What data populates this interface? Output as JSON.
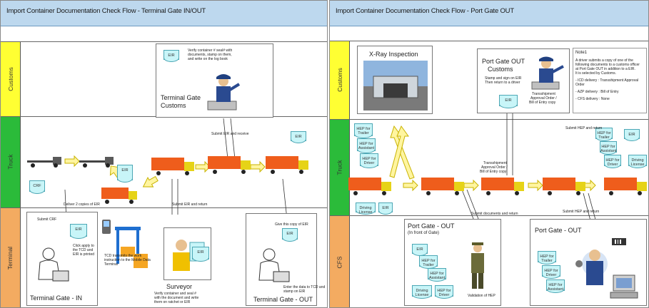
{
  "left": {
    "title": "Import Container Documentation Check Flow - Terminal Gate IN/OUT",
    "lanes": {
      "customs": "Customs",
      "truck": "Truck",
      "terminal": "Terminal"
    },
    "customs_box": {
      "title_line1": "Terminal Gate",
      "title_line2": "Customs",
      "doc": "EIR",
      "note": [
        "Verify container # seal# with",
        "documents, stamp on them,",
        "and write on the log book"
      ]
    },
    "labels": {
      "submit_eir_receive": "Submit EIR and receive",
      "deliver_copies": "Deliver 2 copies of EIR",
      "submit_eir_return": "Submit EIR and return",
      "give_copy": "Give this copy of EIR",
      "submit_crf": "Submit CRF",
      "click_apply": "Click apply to the TCD and EIR is printed",
      "tcd_instruction": [
        "TCD transmits the work",
        "instruction to the Mobile Data",
        "Terminal"
      ],
      "verify_contents": [
        "Verify container and seal #",
        "with the document and write",
        "them on ratchet or EIR"
      ],
      "enter_data": [
        "Enter the data to TCD and",
        "stamp on EIR"
      ]
    },
    "docs": {
      "crf": "CRF",
      "eir": "EIR"
    },
    "people": {
      "gate_in": "Terminal Gate - IN",
      "surveyor": "Surveyor",
      "gate_out": "Terminal Gate - OUT"
    }
  },
  "right": {
    "title": "Import Container Documentation Check Flow - Port Gate OUT",
    "lanes": {
      "customs": "Customs",
      "truck": "Truck",
      "cfs": "CFS"
    },
    "xray": "X-Ray Inspection",
    "customs_box": {
      "title_line1": "Port Gate  OUT",
      "title_line2": "Customs",
      "stamp_note": [
        "Stamp and sign on EIR",
        "Then return to a driver"
      ],
      "doc": "EIR",
      "approval": [
        "Transshipment",
        "Approval Order /",
        "Bill of Entry copy"
      ]
    },
    "note": {
      "heading": "Note1",
      "lines": [
        "A driver submits a copy of one of the",
        "following documents to a customs officer",
        "at Port Gate OUT in addition to a EIR.",
        "It is selected by Customs."
      ],
      "items": [
        "- ICD delivery  :  Transshipment Approval",
        "                     Order",
        "- AZP delivery :  Bill of Entry",
        "- CFS delivery :  None"
      ]
    },
    "truck_docs": {
      "trailer": "HEP for Trailer",
      "assistant": "HEP for Assistant",
      "driver": "HEP for Driver",
      "license": "Driving License",
      "eir": "EIR"
    },
    "labels": {
      "transshipment_mid": [
        "Transshipment",
        "Approval Order /",
        "Bill of Entry copy"
      ],
      "submit_hep_return": "Submit HEP and return",
      "submit_docs": "Submit documents and return",
      "submit_hep_back": "Submit HEP and return",
      "validation": "Validation of HEP"
    },
    "cfs_front": {
      "title": "Port Gate - OUT",
      "subtitle": "(In front of Gate)"
    },
    "cfs_out": {
      "title": "Port Gate - OUT"
    }
  }
}
